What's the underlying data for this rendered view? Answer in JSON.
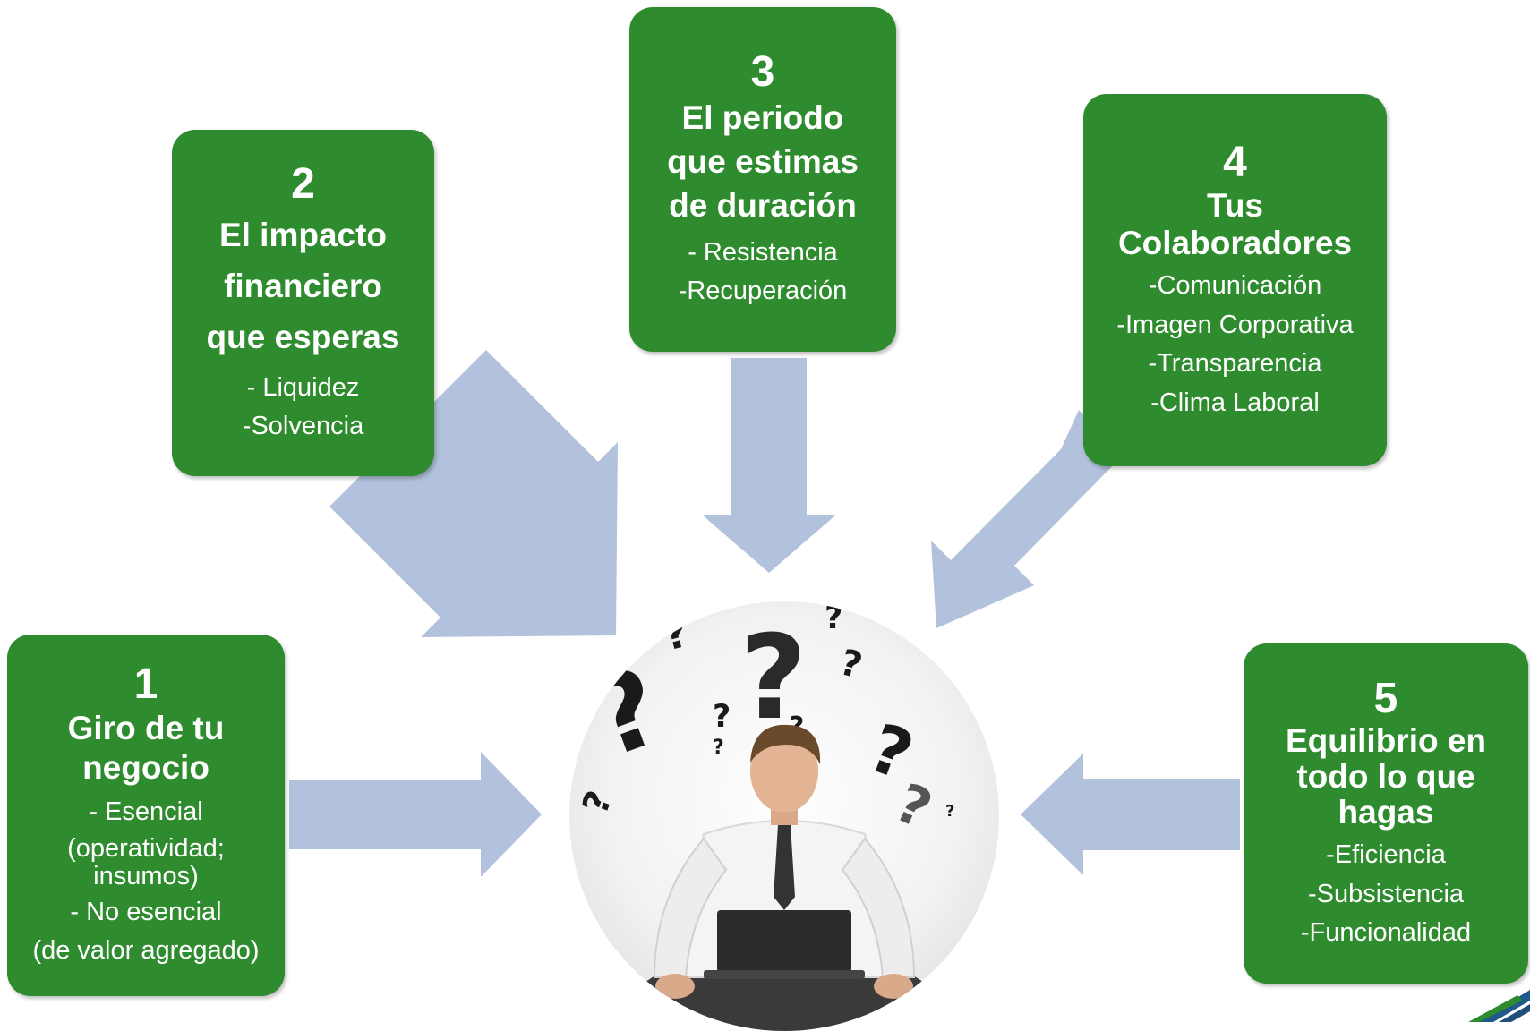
{
  "colors": {
    "box_fill": "#2e8b2e",
    "box_text": "#ffffff",
    "arrow_fill": "#b2c2dc",
    "background": "#ffffff"
  },
  "factors": [
    {
      "number": "1",
      "title": "Giro de tu negocio",
      "items": [
        "- Esencial",
        "(operatividad; insumos)",
        "- No esencial",
        "(de valor agregado)"
      ]
    },
    {
      "number": "2",
      "title": "El impacto financiero que esperas",
      "items": [
        "- Liquidez",
        "-Solvencia"
      ]
    },
    {
      "number": "3",
      "title": "El periodo que estimas de duración",
      "items": [
        "- Resistencia",
        "-Recuperación"
      ]
    },
    {
      "number": "4",
      "title": "Tus Colaboradores",
      "items": [
        "-Comunicación",
        "-Imagen Corporativa",
        "-Transparencia",
        "-Clima Laboral"
      ]
    },
    {
      "number": "5",
      "title": "Equilibrio en todo lo que hagas",
      "items": [
        "-Eficiencia",
        "-Subsistencia",
        "-Funcionalidad"
      ]
    }
  ],
  "center_image": {
    "icon": "thinking-man-question-marks-icon"
  }
}
